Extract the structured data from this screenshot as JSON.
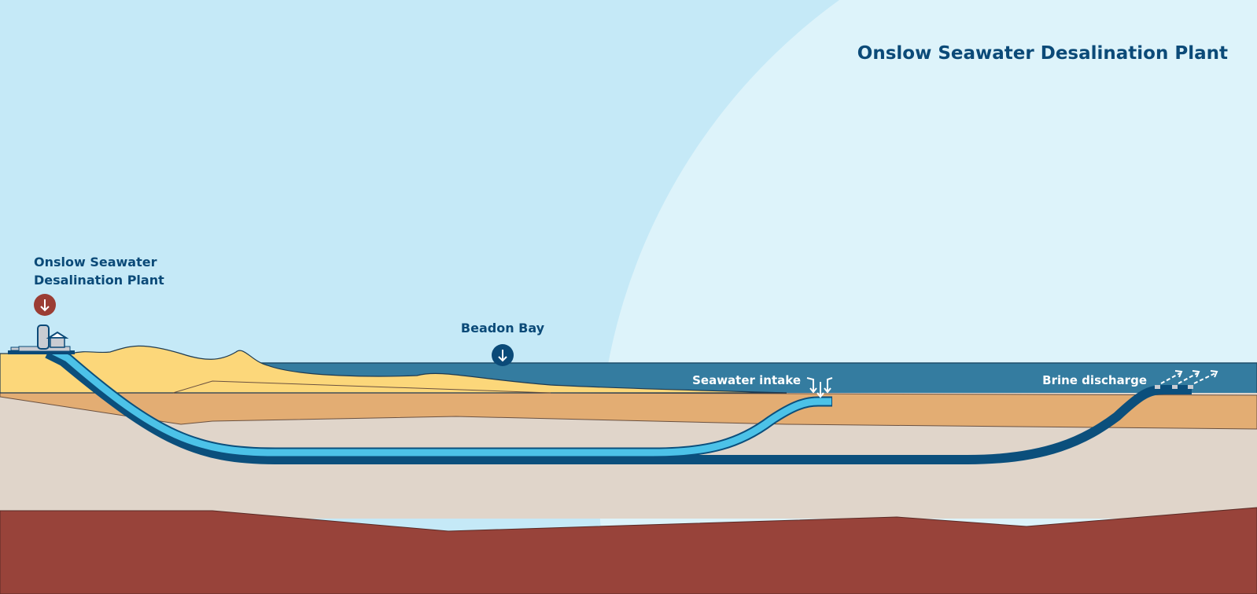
{
  "title": "Onslow Seawater Desalination Plant",
  "labels": {
    "plant_line1": "Onslow Seawater",
    "plant_line2": "Desalination Plant",
    "bay": "Beadon Bay",
    "intake": "Seawater intake",
    "discharge": "Brine discharge"
  },
  "colors": {
    "sky": "#c5e9f7",
    "sky_circle": "#ddf3fa",
    "sea": "#347ca0",
    "sand": "#fcd77a",
    "sediment": "#e3ad73",
    "rock": "#e0d5ca",
    "bedrock": "#98433a",
    "pipe_dark": "#0b4f7c",
    "pipe_light": "#4cc2e8",
    "marker_red": "#9b3d34",
    "marker_blue": "#0b4a78"
  }
}
